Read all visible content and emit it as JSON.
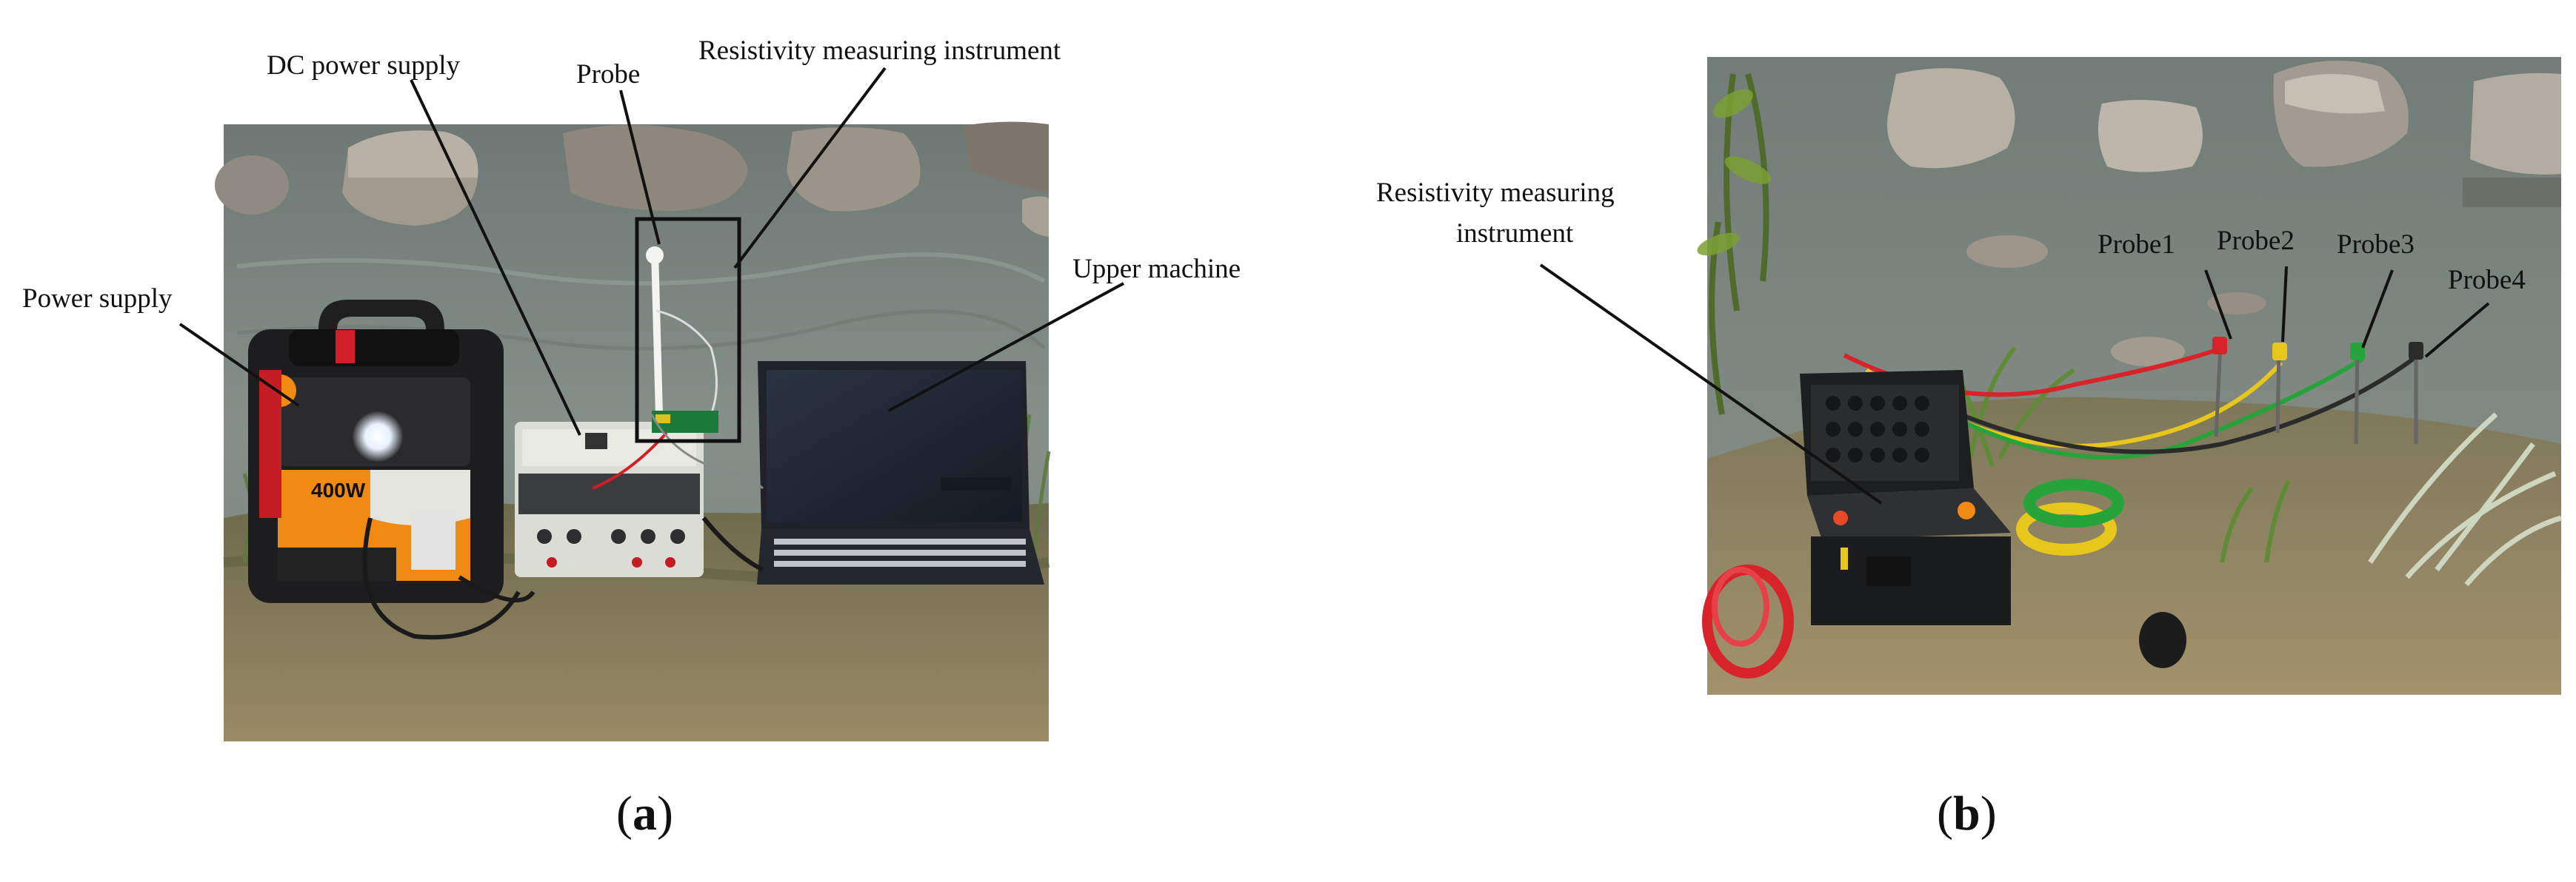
{
  "figure_a": {
    "caption_open": "(",
    "caption_letter": "a",
    "caption_close": ")",
    "labels": {
      "dc_power_supply": "DC power supply",
      "probe": "Probe",
      "resistivity_instrument": "Resistivity measuring instrument",
      "power_supply": "Power supply",
      "upper_machine": "Upper machine"
    },
    "device_text": {
      "power_bank_rating": "400W"
    }
  },
  "figure_b": {
    "caption_open": "(",
    "caption_letter": "b",
    "caption_close": ")",
    "labels": {
      "instrument_line1": "Resistivity measuring",
      "instrument_line2": "instrument",
      "probe1": "Probe1",
      "probe2": "Probe2",
      "probe3": "Probe3",
      "probe4": "Probe4"
    }
  },
  "colors": {
    "water": "#7f8b86",
    "grass": "#8c8060",
    "rock": "#a59e95",
    "red_wire": "#d8232a",
    "yellow_wire": "#e8c71c",
    "green_wire": "#26a33a",
    "power_bank_orange": "#f08a12"
  }
}
